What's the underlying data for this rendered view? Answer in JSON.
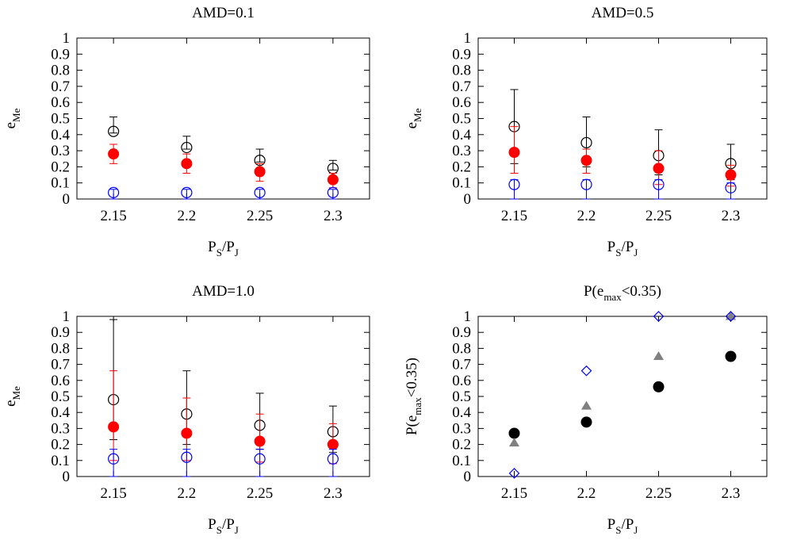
{
  "chart_data": [
    {
      "type": "scatter",
      "title": "AMD=0.1",
      "xlabel": "P_S/P_J",
      "ylabel": "e_Me",
      "xlim": [
        2.125,
        2.325
      ],
      "ylim": [
        0,
        1
      ],
      "x_ticks": [
        "2.15",
        "2.2",
        "2.25",
        "2.3"
      ],
      "y_ticks": [
        "0",
        "0.1",
        "0.2",
        "0.3",
        "0.4",
        "0.5",
        "0.6",
        "0.7",
        "0.8",
        "0.9",
        "1"
      ],
      "series": [
        {
          "marker": "open-circle",
          "color": "#000000",
          "x": [
            2.15,
            2.2,
            2.25,
            2.3
          ],
          "y": [
            0.42,
            0.32,
            0.24,
            0.19
          ],
          "err_low": [
            0.41,
            0.31,
            0.23,
            0.18
          ],
          "err_high": [
            0.51,
            0.39,
            0.31,
            0.24
          ]
        },
        {
          "marker": "filled-circle",
          "color": "#ff0000",
          "x": [
            2.15,
            2.2,
            2.25,
            2.3
          ],
          "y": [
            0.28,
            0.22,
            0.17,
            0.12
          ],
          "err_low": [
            0.22,
            0.16,
            0.11,
            0.07
          ],
          "err_high": [
            0.34,
            0.28,
            0.22,
            0.16
          ]
        },
        {
          "marker": "open-circle",
          "color": "#0000ff",
          "x": [
            2.15,
            2.2,
            2.25,
            2.3
          ],
          "y": [
            0.04,
            0.04,
            0.04,
            0.04
          ],
          "err_low": [
            0.0,
            0.0,
            0.0,
            0.0
          ],
          "err_high": [
            0.06,
            0.06,
            0.06,
            0.06
          ]
        }
      ]
    },
    {
      "type": "scatter",
      "title": "AMD=0.5",
      "xlabel": "P_S/P_J",
      "ylabel": "e_Me",
      "xlim": [
        2.125,
        2.325
      ],
      "ylim": [
        0,
        1
      ],
      "x_ticks": [
        "2.15",
        "2.2",
        "2.25",
        "2.3"
      ],
      "y_ticks": [
        "0",
        "0.1",
        "0.2",
        "0.3",
        "0.4",
        "0.5",
        "0.6",
        "0.7",
        "0.8",
        "0.9",
        "1"
      ],
      "series": [
        {
          "marker": "open-circle",
          "color": "#000000",
          "x": [
            2.15,
            2.2,
            2.25,
            2.3
          ],
          "y": [
            0.45,
            0.35,
            0.27,
            0.22
          ],
          "err_low": [
            0.22,
            0.2,
            0.15,
            0.12
          ],
          "err_high": [
            0.68,
            0.51,
            0.43,
            0.34
          ]
        },
        {
          "marker": "filled-circle",
          "color": "#ff0000",
          "x": [
            2.15,
            2.2,
            2.25,
            2.3
          ],
          "y": [
            0.29,
            0.24,
            0.19,
            0.15
          ],
          "err_low": [
            0.16,
            0.16,
            0.09,
            0.08
          ],
          "err_high": [
            0.45,
            0.31,
            0.3,
            0.21
          ]
        },
        {
          "marker": "open-circle",
          "color": "#0000ff",
          "x": [
            2.15,
            2.2,
            2.25,
            2.3
          ],
          "y": [
            0.09,
            0.09,
            0.09,
            0.07
          ],
          "err_low": [
            0.0,
            0.0,
            0.0,
            0.0
          ],
          "err_high": [
            0.12,
            0.12,
            0.12,
            0.1
          ]
        }
      ]
    },
    {
      "type": "scatter",
      "title": "AMD=1.0",
      "xlabel": "P_S/P_J",
      "ylabel": "e_Me",
      "xlim": [
        2.125,
        2.325
      ],
      "ylim": [
        0,
        1
      ],
      "x_ticks": [
        "2.15",
        "2.2",
        "2.25",
        "2.3"
      ],
      "y_ticks": [
        "0",
        "0.1",
        "0.2",
        "0.3",
        "0.4",
        "0.5",
        "0.6",
        "0.7",
        "0.8",
        "0.9",
        "1"
      ],
      "series": [
        {
          "marker": "open-circle",
          "color": "#000000",
          "x": [
            2.15,
            2.2,
            2.25,
            2.3
          ],
          "y": [
            0.48,
            0.39,
            0.32,
            0.28
          ],
          "err_low": [
            0.23,
            0.2,
            0.17,
            0.15
          ],
          "err_high": [
            0.98,
            0.66,
            0.52,
            0.44
          ]
        },
        {
          "marker": "filled-circle",
          "color": "#ff0000",
          "x": [
            2.15,
            2.2,
            2.25,
            2.3
          ],
          "y": [
            0.31,
            0.27,
            0.22,
            0.2
          ],
          "err_low": [
            0.1,
            0.1,
            0.09,
            0.08
          ],
          "err_high": [
            0.66,
            0.49,
            0.39,
            0.33
          ]
        },
        {
          "marker": "open-circle",
          "color": "#0000ff",
          "x": [
            2.15,
            2.2,
            2.25,
            2.3
          ],
          "y": [
            0.11,
            0.12,
            0.11,
            0.11
          ],
          "err_low": [
            0.0,
            0.0,
            0.0,
            0.0
          ],
          "err_high": [
            0.17,
            0.17,
            0.17,
            0.17
          ]
        }
      ]
    },
    {
      "type": "scatter",
      "title": "P(e_max<0.35)",
      "xlabel": "P_S/P_J",
      "ylabel": "P(e_max<0.35)",
      "xlim": [
        2.125,
        2.325
      ],
      "ylim": [
        0,
        1
      ],
      "x_ticks": [
        "2.15",
        "2.2",
        "2.25",
        "2.3"
      ],
      "y_ticks": [
        "0",
        "0.1",
        "0.2",
        "0.3",
        "0.4",
        "0.5",
        "0.6",
        "0.7",
        "0.8",
        "0.9",
        "1"
      ],
      "series": [
        {
          "marker": "filled-circle",
          "color": "#000000",
          "x": [
            2.15,
            2.2,
            2.25,
            2.3
          ],
          "y": [
            0.27,
            0.34,
            0.56,
            0.75
          ]
        },
        {
          "marker": "filled-triangle",
          "color": "#808080",
          "x": [
            2.15,
            2.2,
            2.25,
            2.3
          ],
          "y": [
            0.21,
            0.44,
            0.75,
            1.0
          ]
        },
        {
          "marker": "open-diamond",
          "color": "#0000ff",
          "x": [
            2.15,
            2.2,
            2.25,
            2.3
          ],
          "y": [
            0.02,
            0.66,
            1.0,
            1.0
          ]
        }
      ]
    }
  ]
}
